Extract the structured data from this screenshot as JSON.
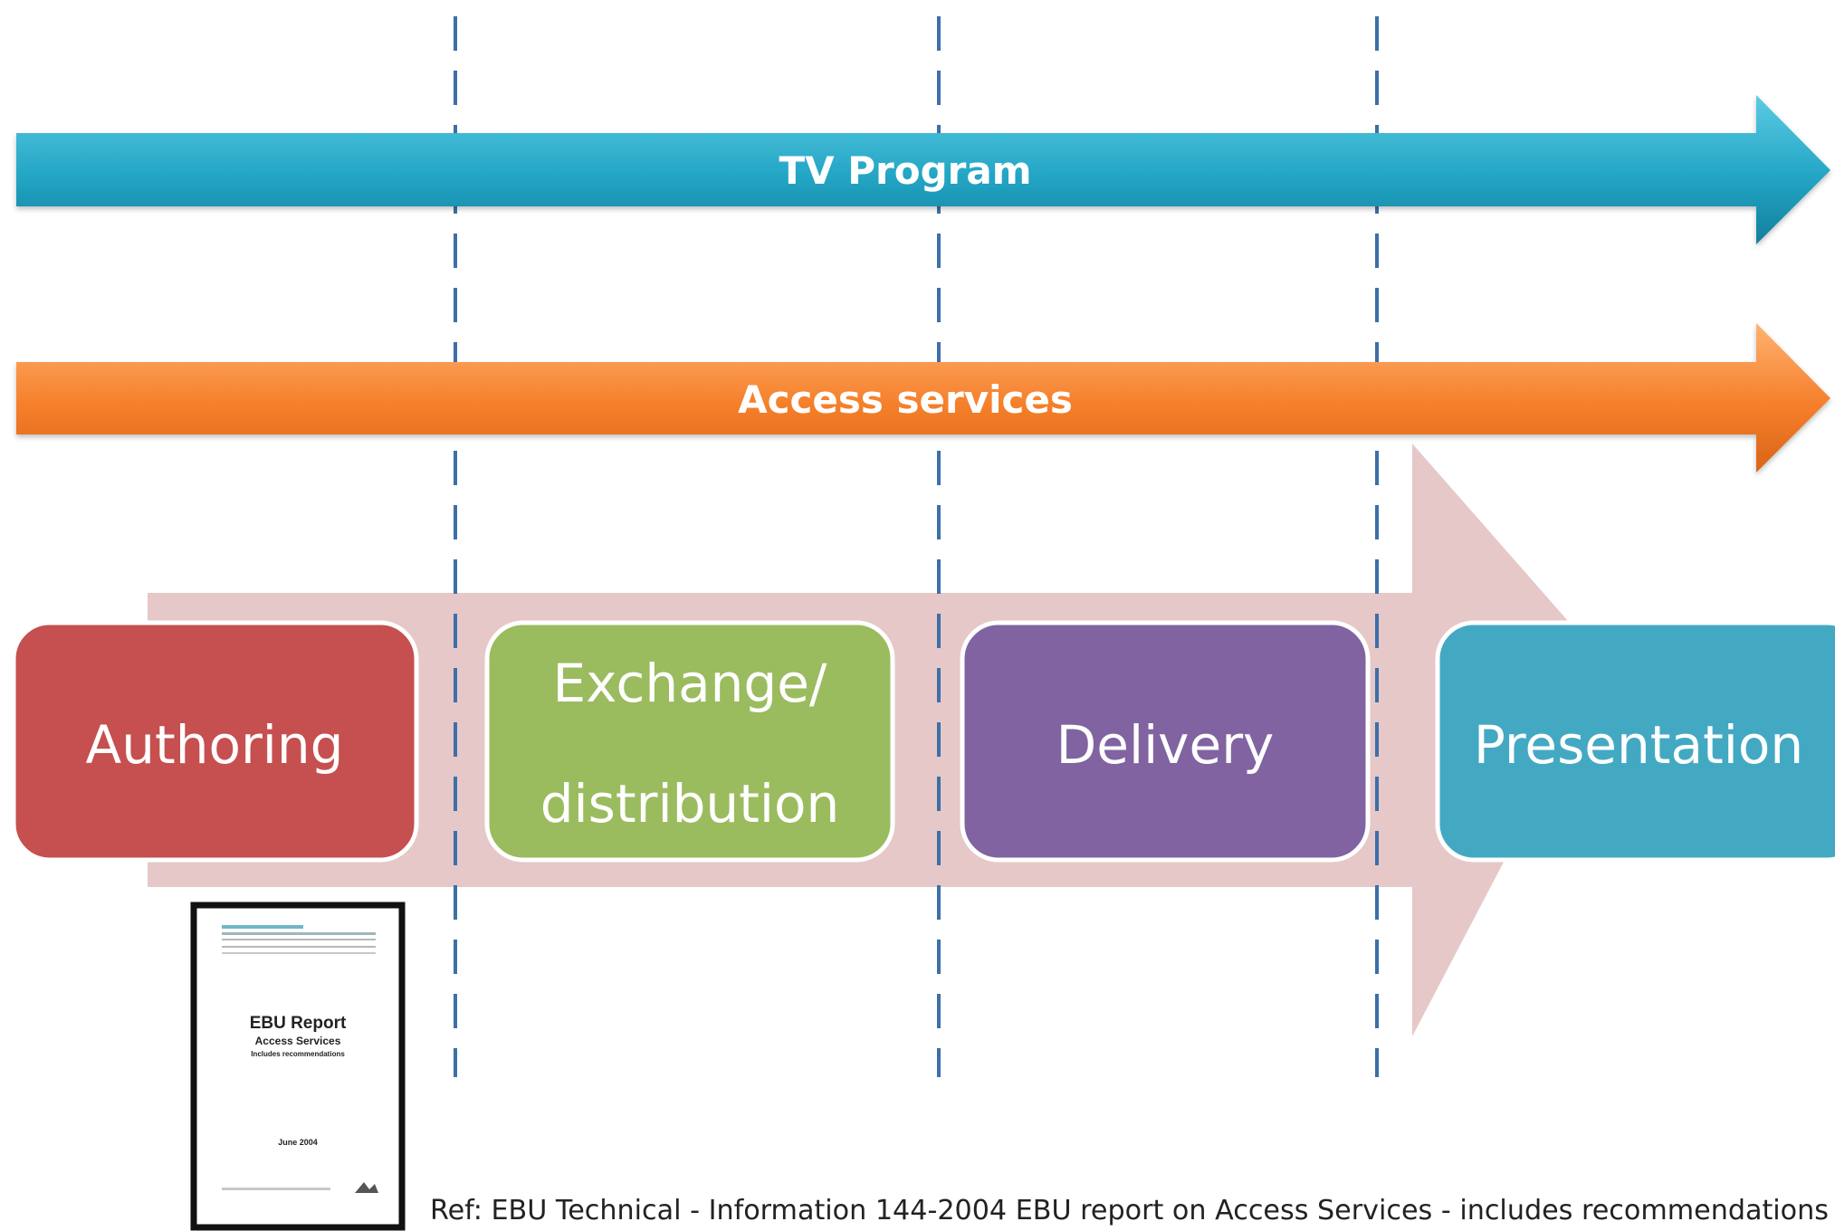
{
  "arrows": {
    "tv_program": {
      "label": "TV Program",
      "color": "#22a5c4"
    },
    "access_services": {
      "label": "Access services",
      "color": "#f57f2a"
    }
  },
  "stages": [
    {
      "label_lines": [
        "Authoring"
      ],
      "color": "#c64f4f"
    },
    {
      "label_lines": [
        "Exchange/",
        "distribution"
      ],
      "color": "#9bbb5f"
    },
    {
      "label_lines": [
        "Delivery"
      ],
      "color": "#8063a0"
    },
    {
      "label_lines": [
        "Presentation"
      ],
      "color": "#43a9c3"
    }
  ],
  "flow_arrow_color": "#e6c8c8",
  "divider_color": "#3d6fa8",
  "report_thumbnail": {
    "title": "EBU Report",
    "subtitle": "Access Services",
    "note": "Includes recommendations",
    "date": "June 2004"
  },
  "reference": "Ref: EBU Technical - Information 144-2004 EBU report on Access Services - includes recommendations"
}
